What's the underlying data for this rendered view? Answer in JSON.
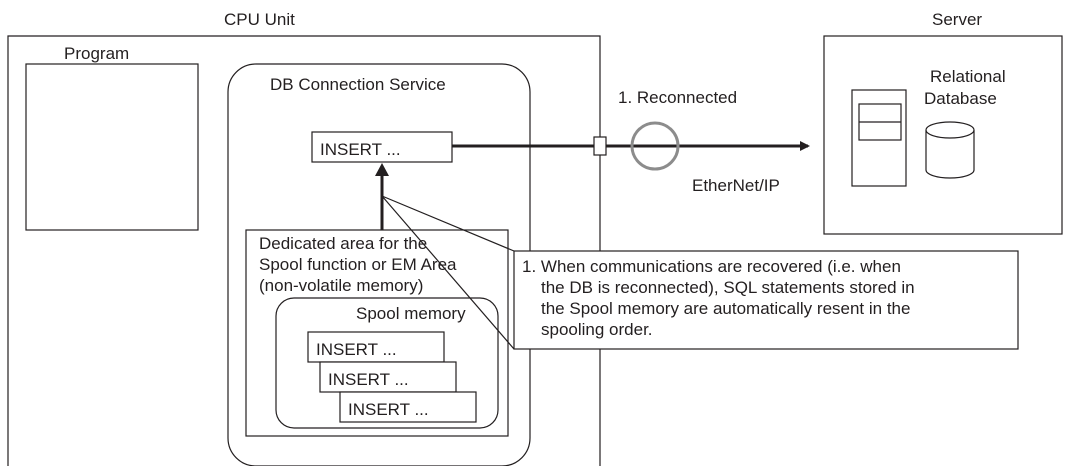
{
  "cpu_unit": {
    "label": "CPU Unit"
  },
  "program": {
    "label": "Program"
  },
  "db_connection_service": {
    "label": "DB Connection Service",
    "statement": "INSERT ..."
  },
  "spool_area": {
    "lines": [
      "Dedicated area for the",
      "Spool function or EM Area",
      "(non-volatile memory)"
    ],
    "spool_memory": {
      "label": "Spool memory",
      "statements": [
        "INSERT ...",
        "INSERT ...",
        "INSERT ..."
      ]
    }
  },
  "network": {
    "reconnected_label": "1. Reconnected",
    "link_label": "EtherNet/IP"
  },
  "server": {
    "label": "Server",
    "database_lines": [
      "Relational",
      "Database"
    ]
  },
  "callout": {
    "lines": [
      "1. When communications are recovered (i.e. when",
      "the DB is reconnected), SQL statements stored in",
      "the Spool memory are automatically resent in the",
      "spooling order."
    ]
  },
  "colors": {
    "line": "#231f20",
    "reconnect_circle": "#8c8c8c"
  }
}
